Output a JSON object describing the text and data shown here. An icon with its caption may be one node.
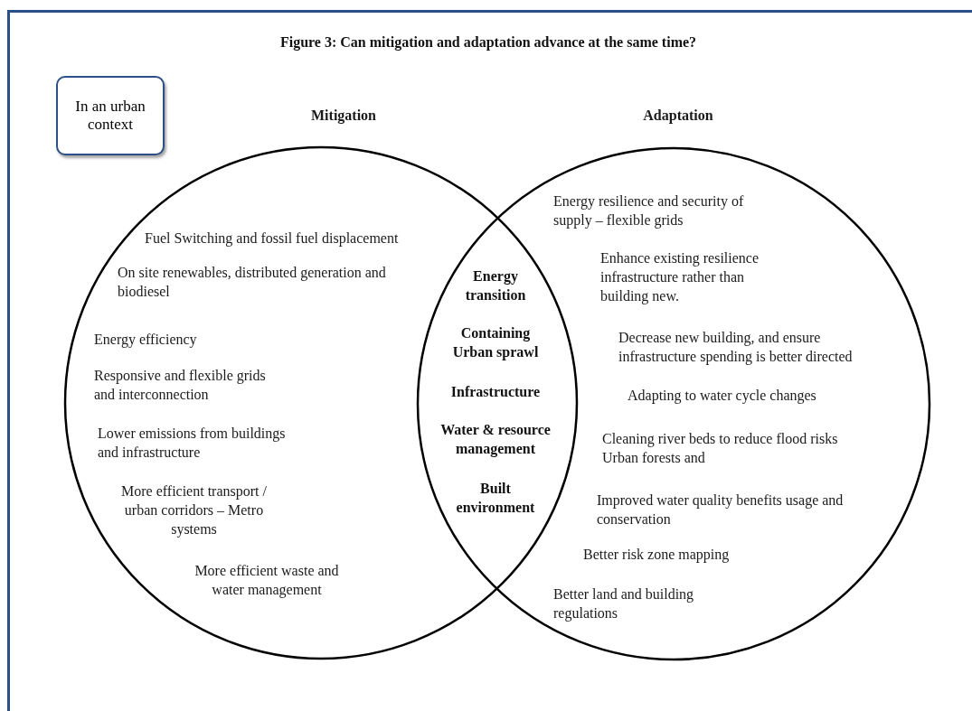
{
  "diagram": {
    "title": "Figure 3: Can mitigation and adaptation advance at the same time?",
    "nodes": [
      {
        "text": [
          "In an urban context"
        ]
      },
      {
        "text": [
          "Mitigation",
          "Fuel Switching and fossil fuel displacement",
          "On site renewables, distributed generation and biodiesel",
          "Energy efficiency",
          "Responsive and flexible grids and interconnection",
          "Lower emissions from buildings and infrastructure",
          "More efficient transport / urban corridors – Metro systems",
          "More efficient waste and water management"
        ]
      },
      {
        "text": [
          "Adaptation",
          "Energy resilience and security of supply – flexible grids",
          "Enhance existing resilience infrastructure rather than building new.",
          "Decrease new building, and ensure infrastructure spending is better directed",
          "Adapting to water cycle changes",
          "Cleaning river beds to reduce flood risks Urban forests and",
          "Improved water quality benefits usage and conservation",
          "Better risk zone mapping",
          "Better land and building regulations"
        ]
      }
    ],
    "labels": [
      "Energy transition",
      "Containing Urban sprawl",
      "Infrastructure",
      "Water & resource management",
      "Built environment"
    ]
  }
}
